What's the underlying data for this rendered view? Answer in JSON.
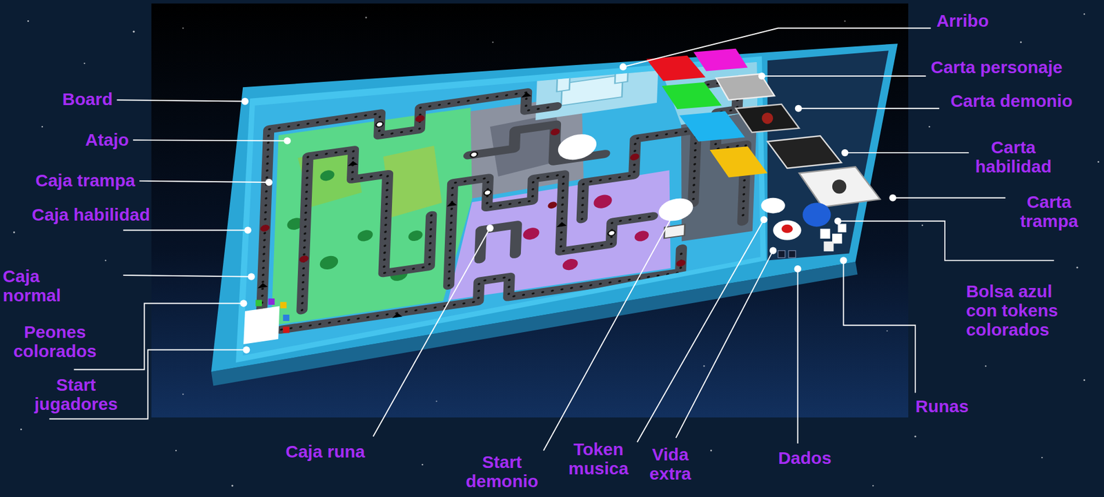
{
  "diagram": {
    "labels": [
      "Board",
      "Atajo",
      "Caja trampa",
      "Caja habilidad",
      "Caja normal",
      "Peones colorados",
      "Start jugadores",
      "Caja runa",
      "Start demonio",
      "Token musica",
      "Vida extra",
      "Dados",
      "Runas",
      "Bolsa azul con tokens colorados",
      "Carta trampa",
      "Carta habilidad",
      "Carta demonio",
      "Carta personaje",
      "Arribo"
    ]
  }
}
